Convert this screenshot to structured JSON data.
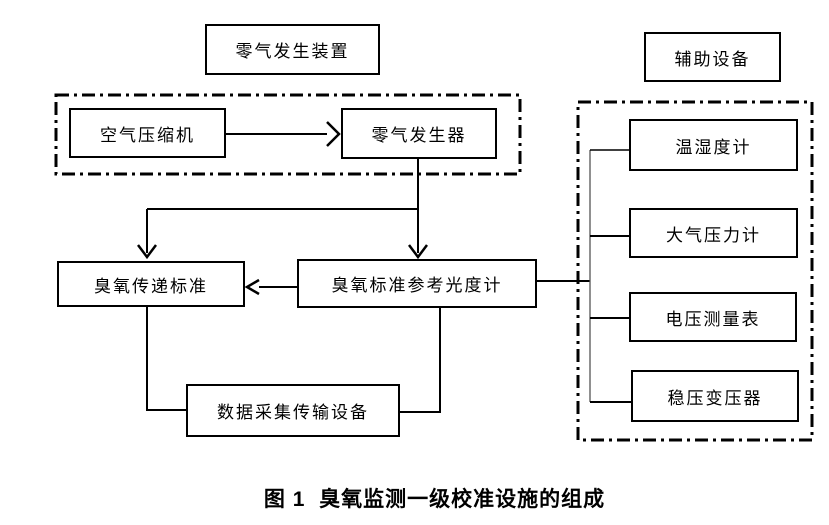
{
  "figure": {
    "caption": "图 1  臭氧监测一级校准设施的组成",
    "groups": {
      "zero_gas_device": {
        "title": "零气发生装置"
      },
      "auxiliary_equipment": {
        "title": "辅助设备"
      }
    },
    "nodes": {
      "air_compressor": {
        "label": "空气压缩机"
      },
      "zero_gas_generator": {
        "label": "零气发生器"
      },
      "thermo_hygrometer": {
        "label": "温湿度计"
      },
      "barometer": {
        "label": "大气压力计"
      },
      "voltage_meter": {
        "label": "电压测量表"
      },
      "voltage_regulator": {
        "label": "稳压变压器"
      },
      "ozone_transfer_standard": {
        "label": "臭氧传递标准"
      },
      "ozone_standard_reference_photometer": {
        "label": "臭氧标准参考光度计"
      },
      "data_acquisition_transmission": {
        "label": "数据采集传输设备"
      }
    },
    "colors": {
      "line": "#000000",
      "trunk_line": "#555555",
      "background": "#ffffff",
      "text": "#000000"
    }
  }
}
